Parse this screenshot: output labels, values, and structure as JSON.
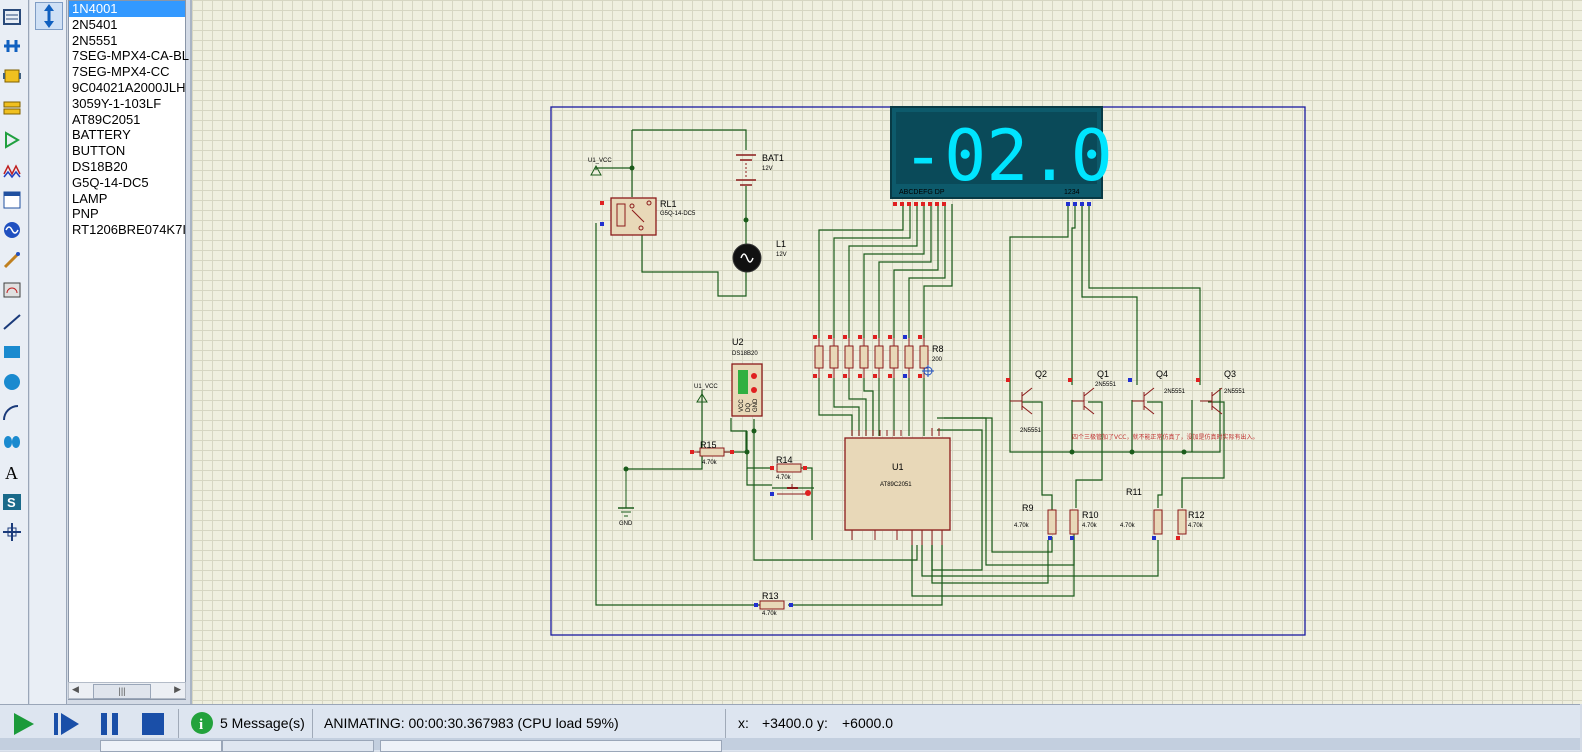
{
  "device_list": {
    "selected_index": 0,
    "items": [
      "1N4001",
      "2N5401",
      "2N5551",
      "7SEG-MPX4-CA-BL",
      "7SEG-MPX4-CC",
      "9C04021A2000JLH",
      "3059Y-1-103LF",
      "AT89C2051",
      "BATTERY",
      "BUTTON",
      "DS18B20",
      "G5Q-14-DC5",
      "LAMP",
      "PNP",
      "RT1206BRE074K7I"
    ]
  },
  "scrollbar": {
    "thumb_glyph": "|||",
    "left_arrow": "◀",
    "right_arrow": "▶"
  },
  "schematic": {
    "display_value": "-02.0",
    "display_segments_label": "ABCDEFG  DP",
    "display_digits_label": "1234",
    "bat1": {
      "name": "BAT1",
      "value": "12V"
    },
    "l1": {
      "name": "L1",
      "value": "12V"
    },
    "rl1": {
      "name": "RL1",
      "part": "G5Q-14-DC5"
    },
    "u1_vcc_top": "U1_VCC",
    "u1_vcc_mid": "U1_VCC",
    "gnd": "GND",
    "u2": {
      "name": "U2",
      "part": "DS18B20",
      "pins": [
        "VCC",
        "DQ",
        "GND"
      ]
    },
    "r8": {
      "name": "R8",
      "value": "200"
    },
    "r15": {
      "name": "R15",
      "value": "4.70k"
    },
    "r14": {
      "name": "R14",
      "value": "4.70k"
    },
    "r13": {
      "name": "R13",
      "value": "4.70k"
    },
    "r9": {
      "name": "R9",
      "value": "4.70k"
    },
    "r10": {
      "name": "R10",
      "value": "4.70k"
    },
    "r11": {
      "name": "R11",
      "value": "4.70k"
    },
    "r12": {
      "name": "R12",
      "value": "4.70k"
    },
    "u1": {
      "name": "U1",
      "part": "AT89C2051"
    },
    "q2": {
      "name": "Q2",
      "part": "2N5551"
    },
    "q1": {
      "name": "Q1",
      "part": "2N5551"
    },
    "q4": {
      "name": "Q4",
      "part": "2N5551"
    },
    "q3": {
      "name": "Q3",
      "part": "2N5551"
    },
    "note": "四个三极管加了VCC，就不能正常仿真了，没加是仿真时实际有出入。"
  },
  "status": {
    "messages": "5 Message(s)",
    "animating": "ANIMATING: 00:00:30.367983 (CPU load 59%)",
    "x_label": "x:",
    "x_value": "+3400.0",
    "y_label": "y:",
    "y_value": "+6000.0"
  },
  "colors": {
    "accent": "#3399ff",
    "wire": "#1a5b1a",
    "component": "#8b1a1a",
    "display_bg": "#0d5a6b",
    "display_seg": "#00e5ff"
  }
}
